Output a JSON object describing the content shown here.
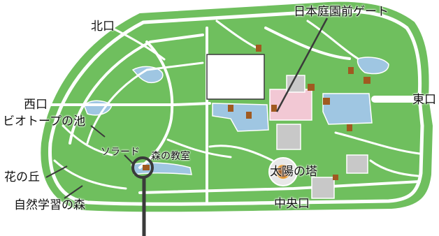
{
  "map": {
    "labels": {
      "north_gate": "北口",
      "west_gate": "西口",
      "east_gate": "東口",
      "center_gate": "中央口",
      "japanese_garden_gate": "日本庭園前ゲート",
      "biotope_pond": "ビオトープの池",
      "solarado": "ソラード",
      "forest_classroom": "森の教室",
      "flower_hill": "花の丘",
      "nature_forest": "自然学習の森",
      "sun_tower": "太陽の塔"
    },
    "colors": {
      "grass": "#6fbf5e",
      "path": "#ffffff",
      "water": "#9fc6e2",
      "plaza": "#c8c8c8",
      "building": "#e8e8e8",
      "garden_pink": "#f2c8d4",
      "facility_brown": "#a05a20",
      "marker": "#3a3a3a"
    }
  }
}
